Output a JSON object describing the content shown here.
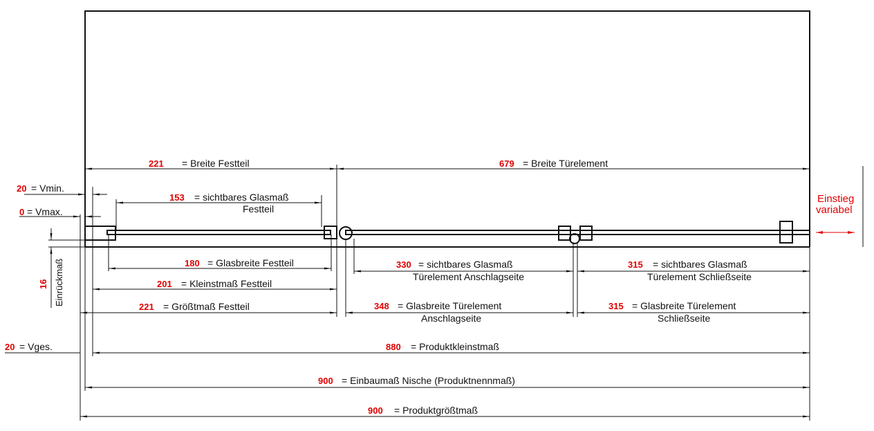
{
  "colors": {
    "line": "#111111",
    "value": "#e00000"
  },
  "dims": {
    "breite_festteil": {
      "value": "221",
      "label": "= Breite Festteil"
    },
    "breite_tuer": {
      "value": "679",
      "label": "= Breite Türelement"
    },
    "vmin": {
      "value": "20",
      "label": "= Vmin."
    },
    "vmax": {
      "value": "0",
      "label": "= Vmax."
    },
    "glas_festteil_sicht": {
      "value": "153",
      "label": "= sichtbares Glasmaß",
      "label2": "Festteil"
    },
    "glasbreite_festteil": {
      "value": "180",
      "label": "= Glasbreite Festteil"
    },
    "sicht_anschlag": {
      "value": "330",
      "label": "= sichtbares Glasmaß",
      "label2": "Türelement  Anschlagseite"
    },
    "sicht_schliess": {
      "value": "315",
      "label": "= sichtbares Glasmaß",
      "label2": "Türelement  Schließseite"
    },
    "kleinst_festteil": {
      "value": "201",
      "label": "= Kleinstmaß Festteil"
    },
    "groesst_festteil": {
      "value": "221",
      "label": "= Größtmaß Festteil"
    },
    "glasbreite_anschlag": {
      "value": "348",
      "label": "= Glasbreite Türelement",
      "label2": "Anschlagseite"
    },
    "glasbreite_schliess": {
      "value": "315",
      "label": "= Glasbreite Türelement",
      "label2": "Schließseite"
    },
    "vges": {
      "value": "20",
      "label": "= Vges."
    },
    "produktkleinst": {
      "value": "880",
      "label": "= Produktkleinstmaß"
    },
    "einbau": {
      "value": "900",
      "label": "= Einbaumaß Nische (Produktnennmaß)"
    },
    "produktgroesst": {
      "value": "900",
      "label": "= Produktgrößtmaß"
    },
    "einrueck": {
      "value": "16",
      "label": "Einrückmaß"
    }
  },
  "einstieg": {
    "line1": "Einstieg",
    "line2": "variabel"
  }
}
